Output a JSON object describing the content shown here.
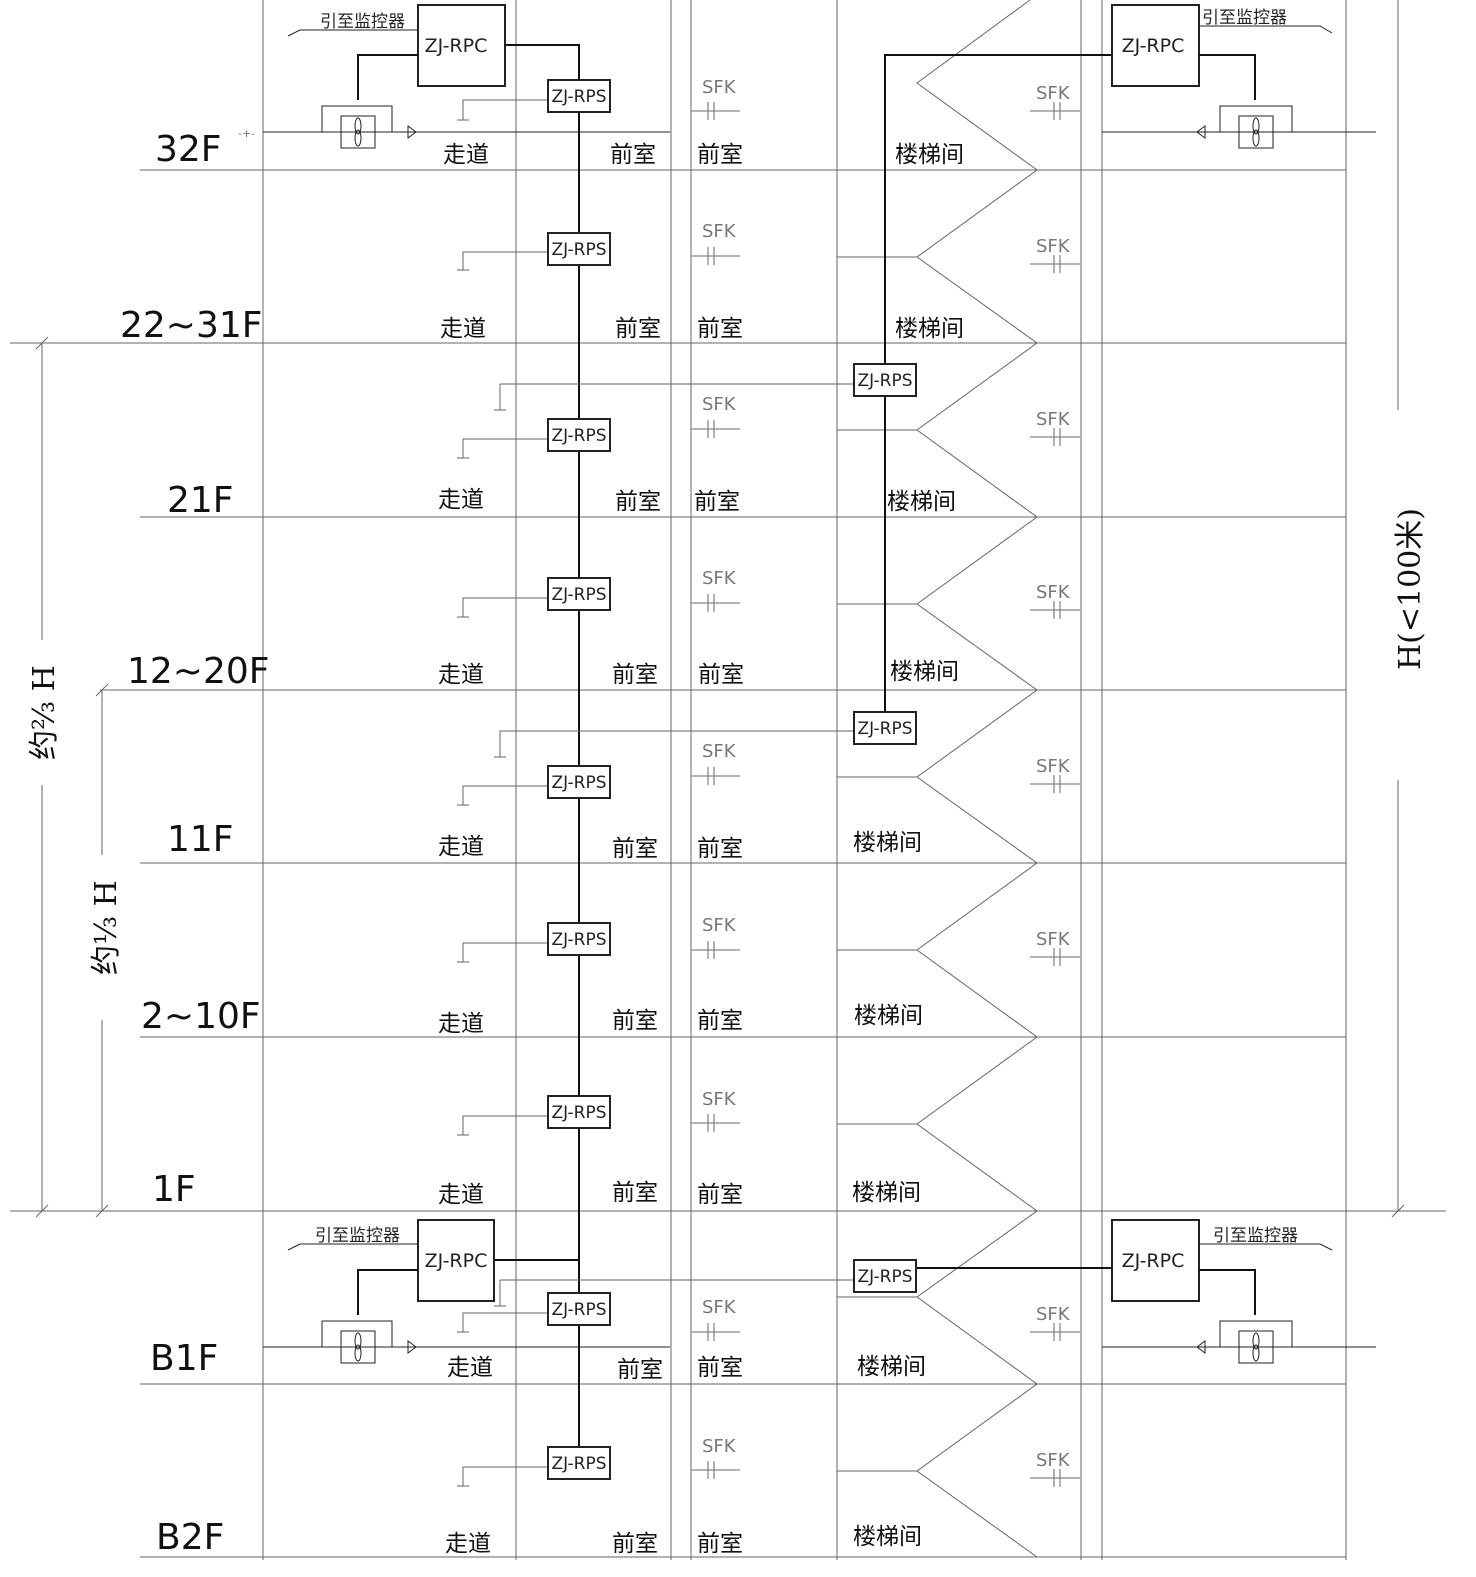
{
  "floors": [
    {
      "label": "32F"
    },
    {
      "label": "22~31F"
    },
    {
      "label": "21F"
    },
    {
      "label": "12~20F"
    },
    {
      "label": "11F"
    },
    {
      "label": "2~10F"
    },
    {
      "label": "1F"
    },
    {
      "label": "B1F"
    },
    {
      "label": "B2F"
    }
  ],
  "zones": {
    "corridor": "走道",
    "front_room": "前室",
    "stairwell": "楼梯间"
  },
  "devices": {
    "rps": "ZJ-RPS",
    "rpc": "ZJ-RPC",
    "sfk": "SFK",
    "monitor_note": "引至监控器"
  },
  "dimensions": {
    "two_thirds": "约⅔ H",
    "one_third": "约⅓ H",
    "total_height": "H(<100米)"
  }
}
